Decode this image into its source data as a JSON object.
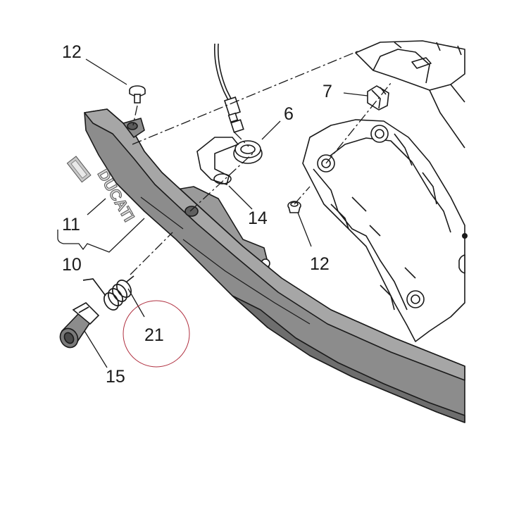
{
  "diagram": {
    "colors": {
      "part_fill": "#8c8c8c",
      "part_dark": "#6e6e6e",
      "part_light": "#b4b4b4",
      "outline": "#1a1a1a",
      "highlight_circle": "#b03040"
    },
    "callouts": [
      {
        "id": "c12a",
        "text": "12"
      },
      {
        "id": "c6",
        "text": "6"
      },
      {
        "id": "c7",
        "text": "7"
      },
      {
        "id": "c14",
        "text": "14"
      },
      {
        "id": "c12b",
        "text": "12"
      },
      {
        "id": "c11",
        "text": "11"
      },
      {
        "id": "c10",
        "text": "10"
      },
      {
        "id": "c21",
        "text": "21"
      },
      {
        "id": "c15",
        "text": "15"
      }
    ],
    "decal_text": "DUCATI",
    "highlighted_part": "21"
  }
}
